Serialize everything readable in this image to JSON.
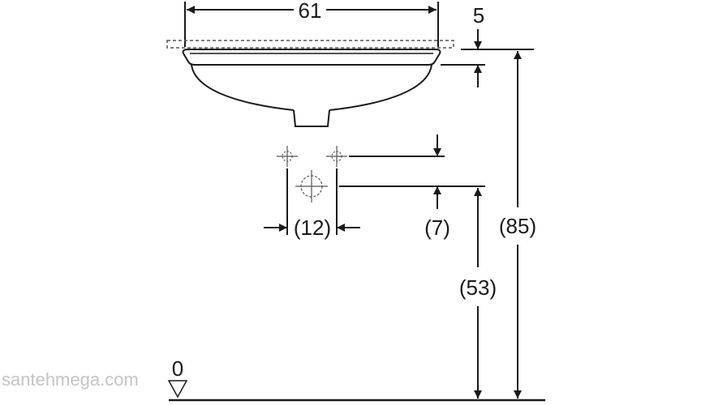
{
  "dimensions": {
    "width": "61",
    "rim_thickness": "5",
    "outlet_spacing": "(12)",
    "outlet_offset": "(7)",
    "outlet_height": "(53)",
    "total_height": "(85)",
    "floor_level": "0"
  },
  "watermark": "santehmega.com",
  "colors": {
    "line": "#1a1a1a",
    "dashed": "#555555",
    "watermark": "#c4c4c4",
    "background": "#ffffff"
  }
}
